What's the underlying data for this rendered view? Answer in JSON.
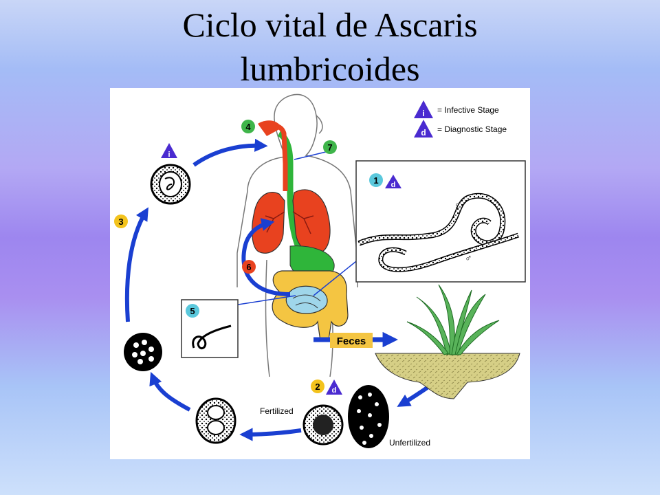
{
  "slide": {
    "title_line1": "Ciclo vital de Ascaris",
    "title_line2": "lumbricoides"
  },
  "legend": {
    "infective_symbol": "i",
    "infective_label": "= Infective Stage",
    "diagnostic_symbol": "d",
    "diagnostic_label": "= Diagnostic Stage"
  },
  "steps": {
    "s1": "1",
    "s2": "2",
    "s3": "3",
    "s4": "4",
    "s5": "5",
    "s6": "6",
    "s7": "7"
  },
  "labels": {
    "feces": "Feces",
    "fertilized": "Fertilized",
    "unfertilized": "Unfertilized",
    "female": "♀",
    "male": "♂"
  },
  "colors": {
    "arrow_blue": "#1a3fd1",
    "lung_red": "#e8421f",
    "gut_green": "#2fb53a",
    "intestine_yellow": "#f4c542",
    "small_intestine_blue": "#9fd6ea",
    "legend_purple": "#4a2bd0",
    "step_green": "#3fb54a",
    "step_yellow": "#f3c31d",
    "step_red": "#e8421f",
    "step_blue": "#5ac8dc",
    "soil": "#d6cf86"
  }
}
